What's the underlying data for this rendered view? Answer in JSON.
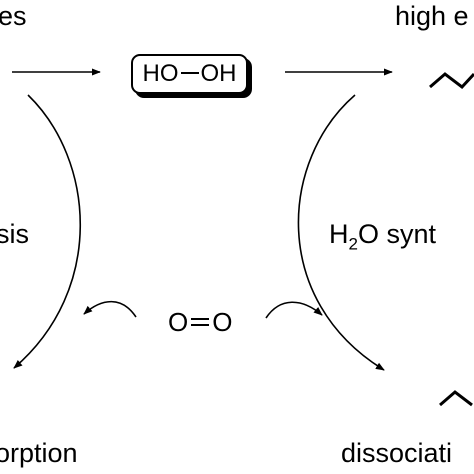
{
  "labels": {
    "top_left": "es",
    "top_right": "high e",
    "left_middle": "sis",
    "right_middle_prefix": "H",
    "right_middle_sub": "2",
    "right_middle_suffix": "O synt",
    "bottom_left": "orption",
    "bottom_right": "dissociati"
  },
  "molecules": {
    "peroxide_left": "HO",
    "peroxide_right": "OH",
    "oxygen_left": "O",
    "oxygen_right": "O"
  }
}
